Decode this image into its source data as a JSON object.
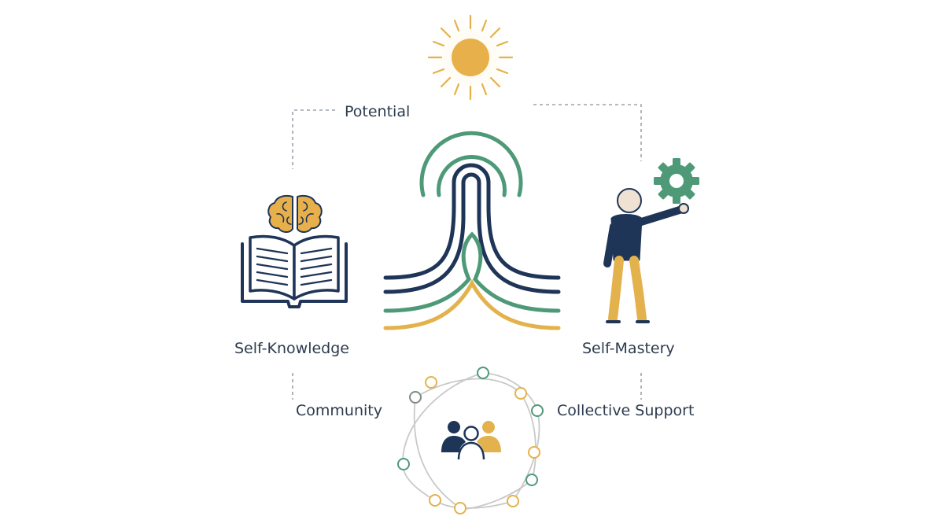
{
  "labels": {
    "potential": "Potential",
    "self_knowledge": "Self-Knowledge",
    "self_mastery": "Self-Mastery",
    "community": "Community",
    "collective_support": "Collective Support"
  },
  "colors": {
    "navy": "#1f3558",
    "green": "#4e9a78",
    "gold": "#e3b24c",
    "skin": "#f0e2d2",
    "connector": "#9aa3ad",
    "ring": "#c9c9c9"
  },
  "icons": {
    "top": "sun-icon",
    "left_top": "brain-icon",
    "left": "open-book-icon",
    "center": "signal-tower-icon",
    "right": "person-with-gear-icon",
    "bottom": "community-network-icon"
  }
}
